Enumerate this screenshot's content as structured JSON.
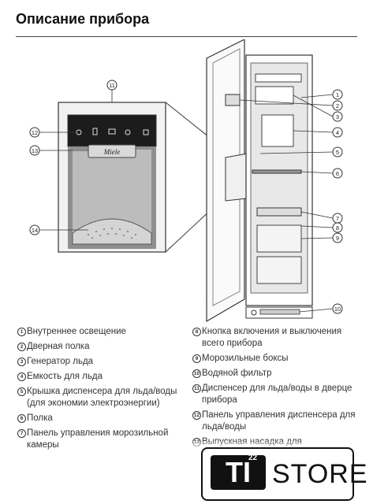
{
  "header": {
    "title": "Описание прибора"
  },
  "callouts": [
    "1",
    "2",
    "3",
    "4",
    "5",
    "6",
    "7",
    "8",
    "9",
    "10",
    "11",
    "12",
    "13",
    "14"
  ],
  "legend": {
    "left": [
      {
        "num": "1",
        "text": "Внутреннее освещение"
      },
      {
        "num": "2",
        "text": "Дверная полка"
      },
      {
        "num": "3",
        "text": "Генератор льда"
      },
      {
        "num": "4",
        "text": "Емкость для льда"
      },
      {
        "num": "5",
        "text": "Крышка диспенсера для льда/воды (для экономии электроэнергии)"
      },
      {
        "num": "6",
        "text": "Полка"
      },
      {
        "num": "7",
        "text": "Панель управления морозильной камеры"
      }
    ],
    "right": [
      {
        "num": "8",
        "text": "Кнопка включения и выключения всего прибора"
      },
      {
        "num": "9",
        "text": "Морозильные боксы"
      },
      {
        "num": "10",
        "text": "Водяной фильтр"
      },
      {
        "num": "11",
        "text": "Диспенсер для льда/воды в дверце прибора"
      },
      {
        "num": "12",
        "text": "Панель управления диспенсера для льда/воды"
      },
      {
        "num": "13",
        "text": "Выпускная насадка для"
      }
    ]
  },
  "dispenser_brand": "Miele",
  "logo": {
    "ti": "TI",
    "sup": "22",
    "store": "STORE"
  }
}
